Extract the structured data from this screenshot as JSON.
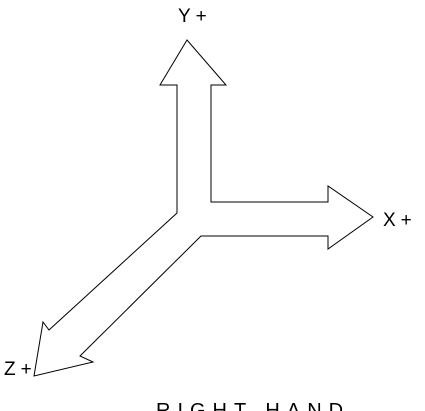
{
  "axes": {
    "y_label": "Y+",
    "x_label": "X+",
    "z_label": "Z+"
  },
  "caption": "RIGHT HAND",
  "colors": {
    "stroke": "#000000",
    "background": "#ffffff"
  }
}
